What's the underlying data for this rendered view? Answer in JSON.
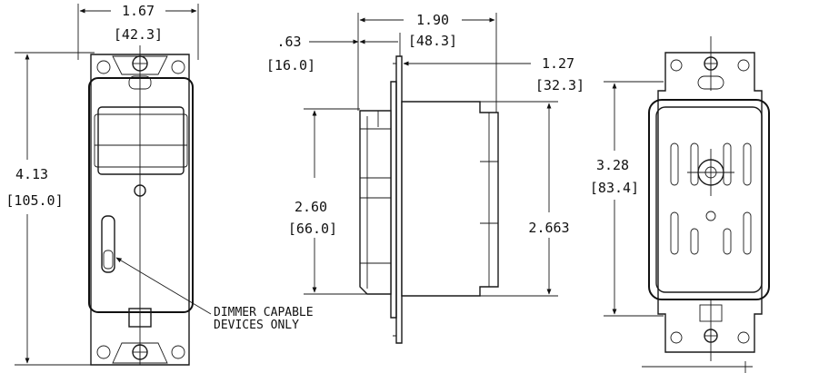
{
  "front_view": {
    "width_in": "1.67",
    "width_mm": "[42.3]",
    "height_in": "4.13",
    "height_mm": "[105.0]",
    "note_line1": "DIMMER CAPABLE",
    "note_line2": "DEVICES ONLY"
  },
  "side_view": {
    "depth_total_in": "1.90",
    "depth_total_mm": "[48.3]",
    "plate_offset_in": ".63",
    "plate_offset_mm": "[16.0]",
    "body_depth_in": "1.27",
    "body_depth_mm": "[32.3]",
    "body_height_in": "2.60",
    "body_height_mm": "[66.0]",
    "overall_height": "2.663"
  },
  "back_view": {
    "height_in": "3.28",
    "height_mm": "[83.4]"
  }
}
